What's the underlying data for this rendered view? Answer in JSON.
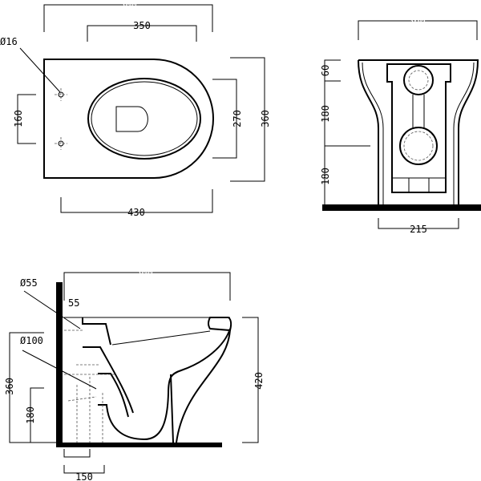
{
  "top_view": {
    "width_total": "500",
    "width_bowl": "350",
    "hole_dia": "Ø16",
    "hole_spacing": "160",
    "bowl_depth": "270",
    "depth_total": "360",
    "length_from_holes": "430"
  },
  "front_view": {
    "width_total": "360",
    "base_width": "215",
    "h1": "60",
    "h2": "180",
    "h3": "180"
  },
  "side_view": {
    "length": "500",
    "inlet_dia": "Ø55",
    "inlet_offset": "55",
    "outlet_dia": "Ø100",
    "height": "420",
    "outlet_height": "360",
    "lower_height": "180",
    "offset_100": "100",
    "offset_150": "150"
  },
  "colors": {
    "line": "#000000",
    "background": "#ffffff"
  }
}
